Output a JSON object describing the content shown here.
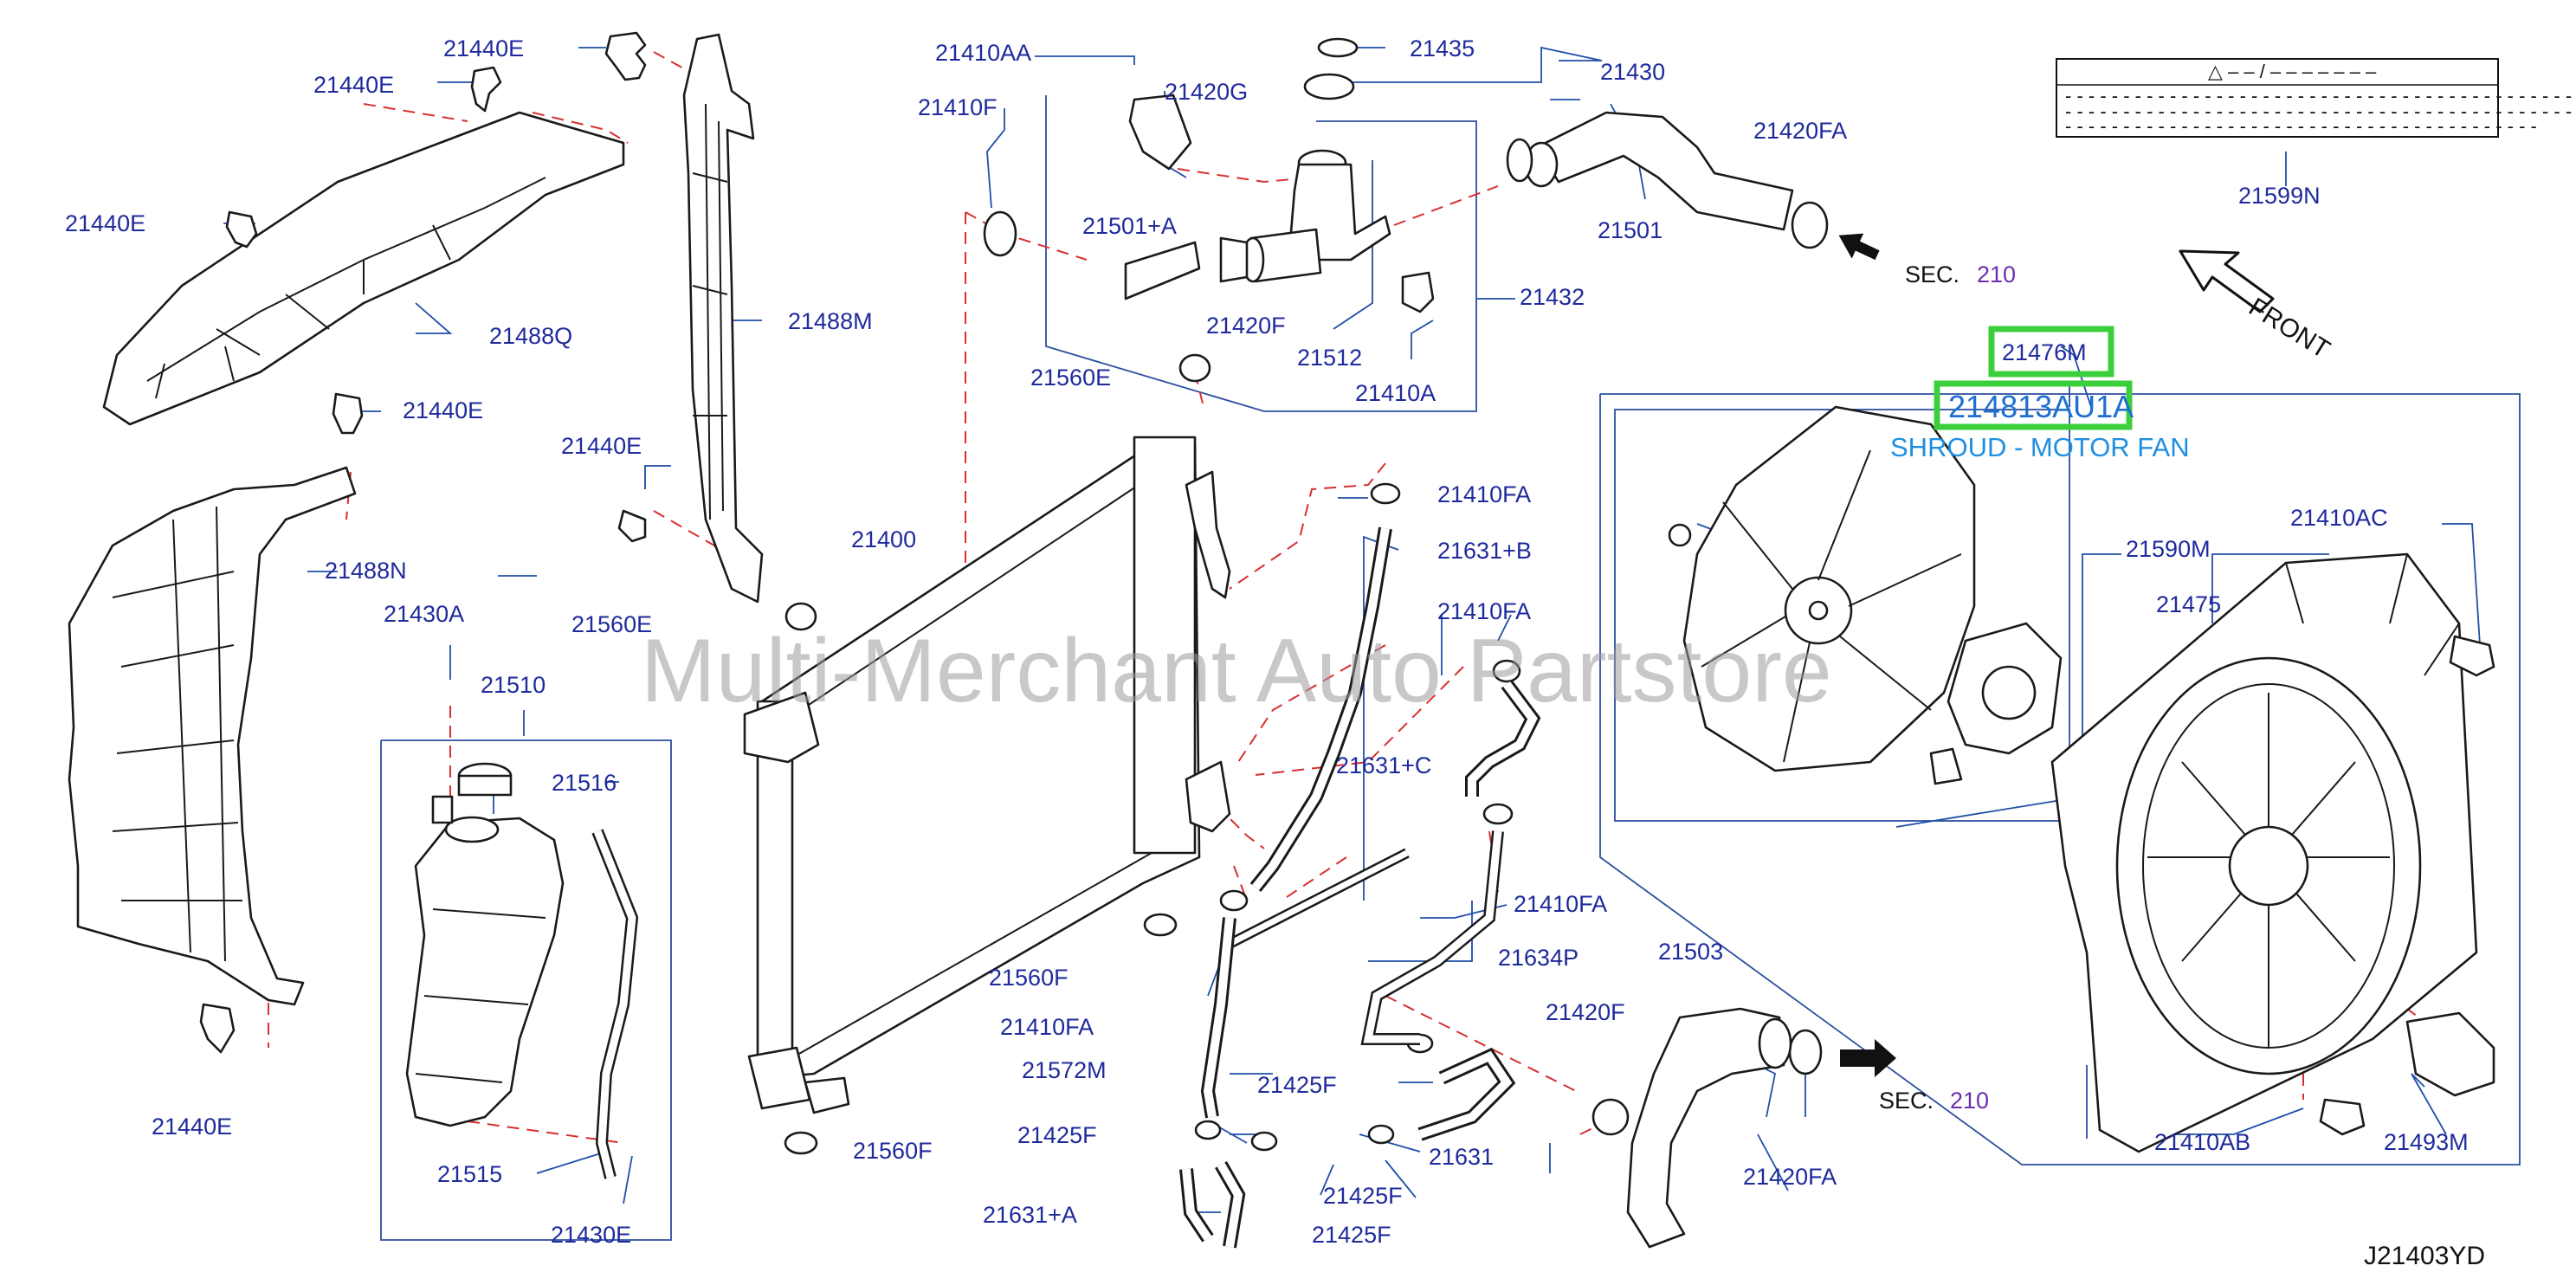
{
  "colors": {
    "label": "#1f2a9c",
    "highlight_box": "#3ccf3c",
    "highlight_text": "#1f6fd0",
    "description": "#1f8fe0",
    "reference": "#6a2fb0",
    "dash_line": "#d83030",
    "leader_line": "#1f4fa8"
  },
  "part_labels": {
    "p21440E_a": "21440E",
    "p21440E_b": "21440E",
    "p21440E_c": "21440E",
    "p21440E_d": "21440E",
    "p21440E_e": "21440E",
    "p21440E_f": "21440E",
    "p21488Q": "21488Q",
    "p21488M": "21488M",
    "p21488N": "21488N",
    "p21430A": "21430A",
    "p21510": "21510",
    "p21516": "21516",
    "p21515": "21515",
    "p21430E": "21430E",
    "p21410AA": "21410AA",
    "p21410F": "21410F",
    "p21420G": "21420G",
    "p21501A": "21501+A",
    "p21435": "21435",
    "p21430": "21430",
    "p21420F_top": "21420F",
    "p21512": "21512",
    "p21410A": "21410A",
    "p21432": "21432",
    "p21501": "21501",
    "p21420FA_top": "21420FA",
    "p21560E_a": "21560E",
    "p21560E_b": "21560E",
    "p21400": "21400",
    "p21410FA_a": "21410FA",
    "p21631B": "21631+B",
    "p21410FA_b": "21410FA",
    "p21631C": "21631+C",
    "p21410FA_c": "21410FA",
    "p21634P": "21634P",
    "p21560F_a": "21560F",
    "p21410FA_d": "21410FA",
    "p21572M": "21572M",
    "p21425F_a": "21425F",
    "p21425F_b": "21425F",
    "p21425F_c": "21425F",
    "p21425F_d": "21425F",
    "p21631A": "21631+A",
    "p21560F_b": "21560F",
    "p21631": "21631",
    "p21503": "21503",
    "p21420F_bot": "21420F",
    "p21420FA_bot": "21420FA",
    "p21599N": "21599N",
    "p21476M": "21476M",
    "p21590M": "21590M",
    "p21410AC": "21410AC",
    "p21475": "21475",
    "p21410AB": "21410AB",
    "p21493M": "21493M"
  },
  "highlight": {
    "part_number": "214813AU1A",
    "description": "SHROUD - MOTOR FAN"
  },
  "sec_refs": {
    "top": {
      "prefix": "SEC.",
      "number": "210"
    },
    "bottom": {
      "prefix": "SEC.",
      "number": "210"
    }
  },
  "front_label": "FRONT",
  "warning_card": {
    "header": "△ – – / – – – – – – –",
    "lines": [
      "- - - - - - - - - - - - - - - - - - - - - - - - - - - - - - - - - - - - - - - - - - - - - - - - - - -",
      "- - - - - - - - - - - - - - - - - - - - - - - - - - - - - - - - - - - - - - - - - - - - - - - - - - -",
      "- - - - - - - - - - - - - - - - - - - - - - - - - - - - - - - - - - - - - - - - -"
    ]
  },
  "diagram_code": "J21403YD",
  "watermark": "Multi-Merchant Auto Partstore"
}
